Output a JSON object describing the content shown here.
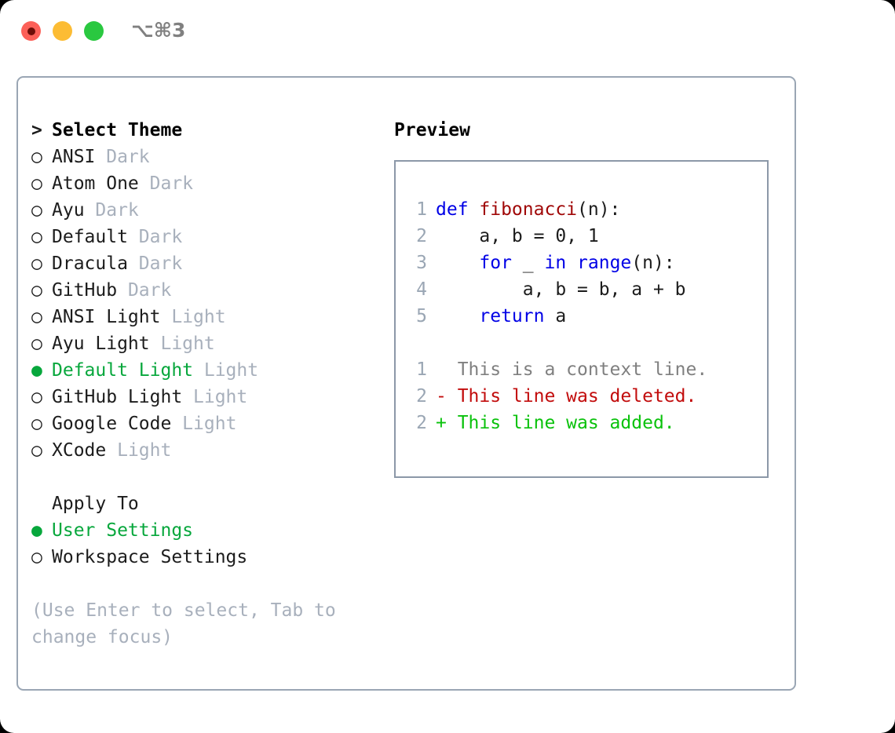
{
  "titlebar": {
    "shortcut": "⌥⌘3",
    "buttons": [
      "close",
      "minimize",
      "maximize"
    ]
  },
  "theme_picker": {
    "header_marker": ">",
    "header": "Select Theme",
    "unselected_marker": "○",
    "selected_marker": "●",
    "items": [
      {
        "name": "ANSI",
        "category": "Dark",
        "selected": false
      },
      {
        "name": "Atom One",
        "category": "Dark",
        "selected": false
      },
      {
        "name": "Ayu",
        "category": "Dark",
        "selected": false
      },
      {
        "name": "Default",
        "category": "Dark",
        "selected": false
      },
      {
        "name": "Dracula",
        "category": "Dark",
        "selected": false
      },
      {
        "name": "GitHub",
        "category": "Dark",
        "selected": false
      },
      {
        "name": "ANSI Light",
        "category": "Light",
        "selected": false
      },
      {
        "name": "Ayu Light",
        "category": "Light",
        "selected": false
      },
      {
        "name": "Default Light",
        "category": "Light",
        "selected": true
      },
      {
        "name": "GitHub Light",
        "category": "Light",
        "selected": false
      },
      {
        "name": "Google Code",
        "category": "Light",
        "selected": false
      },
      {
        "name": "XCode",
        "category": "Light",
        "selected": false
      }
    ]
  },
  "apply_to": {
    "header": "Apply To",
    "items": [
      {
        "name": "User Settings",
        "selected": true
      },
      {
        "name": "Workspace Settings",
        "selected": false
      }
    ]
  },
  "hint": "(Use Enter to select, Tab to change focus)",
  "preview": {
    "title": "Preview",
    "code_lines": [
      {
        "no": "1",
        "tokens": [
          {
            "t": "def ",
            "c": "kw"
          },
          {
            "t": "fibonacci",
            "c": "fn"
          },
          {
            "t": "(n):",
            "c": "plain"
          }
        ]
      },
      {
        "no": "2",
        "tokens": [
          {
            "t": "    a, b = 0, 1",
            "c": "plain"
          }
        ]
      },
      {
        "no": "3",
        "tokens": [
          {
            "t": "    ",
            "c": "plain"
          },
          {
            "t": "for",
            "c": "kw"
          },
          {
            "t": " _ ",
            "c": "plain"
          },
          {
            "t": "in range",
            "c": "kw"
          },
          {
            "t": "(n):",
            "c": "plain"
          }
        ]
      },
      {
        "no": "4",
        "tokens": [
          {
            "t": "        a, b = b, a + b",
            "c": "plain"
          }
        ]
      },
      {
        "no": "5",
        "tokens": [
          {
            "t": "    ",
            "c": "plain"
          },
          {
            "t": "return",
            "c": "kw"
          },
          {
            "t": " a",
            "c": "plain"
          }
        ]
      }
    ],
    "diff_lines": [
      {
        "no": "1",
        "text": "  This is a context line.",
        "kind": "ctx"
      },
      {
        "no": "2",
        "text": "- This line was deleted.",
        "kind": "del"
      },
      {
        "no": "2",
        "text": "+ This line was added.",
        "kind": "add"
      }
    ]
  },
  "colors": {
    "selected_green": "#07a73c",
    "muted_label": "#a8b0bc",
    "border": "#9aa6b4",
    "keyword_blue": "#0000e6",
    "function_red": "#a00808",
    "diff_deleted": "#c20c0c",
    "diff_added": "#0ac20c",
    "diff_context": "#808080"
  }
}
